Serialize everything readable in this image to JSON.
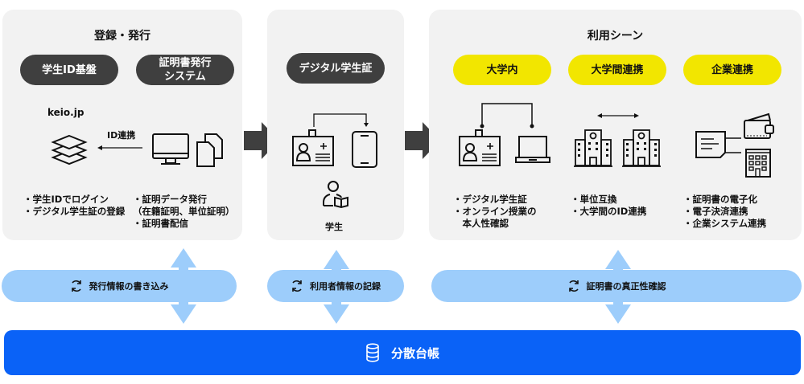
{
  "panels": {
    "registration": {
      "title": "登録・発行",
      "pills": [
        "学生ID基盤",
        "証明書発行\nシステム"
      ],
      "domain_label": "keio.jp",
      "arrow_label": "ID連携",
      "left_bullets": [
        "・学生IDでログイン",
        "・デジタル学生証の登録"
      ],
      "right_bullets": [
        "・証明データ発行",
        "（在籍証明、単位証明）",
        "・証明書配信"
      ]
    },
    "student_id": {
      "pill": "デジタル学生証",
      "caption": "学生"
    },
    "usage": {
      "title": "利用シーン",
      "pills": [
        "大学内",
        "大学間連携",
        "企業連携"
      ],
      "col1_bullets": [
        "・デジタル学生証",
        "・オンライン授業の",
        "　本人性確認"
      ],
      "col2_bullets": [
        "・単位互換",
        "・大学間のID連携"
      ],
      "col3_bullets": [
        "・証明書の電子化",
        "・電子決済連携",
        "・企業システム連携"
      ]
    }
  },
  "bands": [
    "発行情報の書き込み",
    "利用者情報の記録",
    "証明書の真正性確認"
  ],
  "ledger": {
    "label": "分散台帳",
    "icon": "database-icon"
  },
  "colors": {
    "panel": "#f2f2f2",
    "dark_pill": "#3f3f3f",
    "yellow_pill": "#f2e600",
    "band": "#9dcdfb",
    "ledger": "#0a62f7",
    "flow_arrow": "#3f3f3f"
  }
}
